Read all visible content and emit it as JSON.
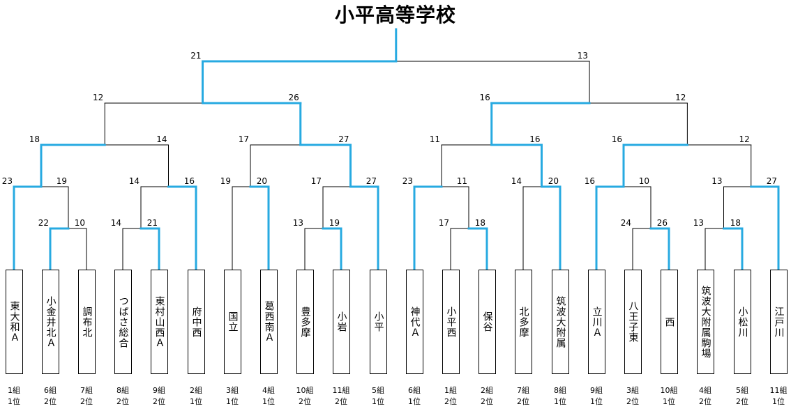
{
  "title": "小平高等学校",
  "colors": {
    "win": "#27AAE1",
    "lose": "#000000"
  },
  "teams": [
    {
      "name": "東大和Ａ",
      "group": "1組",
      "place": "1位"
    },
    {
      "name": "小金井北Ａ",
      "group": "6組",
      "place": "2位"
    },
    {
      "name": "調布北",
      "group": "7組",
      "place": "2位"
    },
    {
      "name": "つばさ総合",
      "group": "8組",
      "place": "2位"
    },
    {
      "name": "東村山西Ａ",
      "group": "9組",
      "place": "2位"
    },
    {
      "name": "府中西",
      "group": "2組",
      "place": "1位"
    },
    {
      "name": "国立",
      "group": "3組",
      "place": "1位"
    },
    {
      "name": "葛西南Ａ",
      "group": "4組",
      "place": "1位"
    },
    {
      "name": "豊多摩",
      "group": "10組",
      "place": "2位"
    },
    {
      "name": "小岩",
      "group": "11組",
      "place": "2位"
    },
    {
      "name": "小平",
      "group": "5組",
      "place": "1位"
    },
    {
      "name": "神代Ａ",
      "group": "6組",
      "place": "1位"
    },
    {
      "name": "小平西",
      "group": "1組",
      "place": "2位"
    },
    {
      "name": "保谷",
      "group": "2組",
      "place": "2位"
    },
    {
      "name": "北多摩",
      "group": "7組",
      "place": "2位"
    },
    {
      "name": "筑波大附属",
      "group": "8組",
      "place": "1位"
    },
    {
      "name": "立川Ａ",
      "group": "9組",
      "place": "1位"
    },
    {
      "name": "八王子東",
      "group": "3組",
      "place": "2位"
    },
    {
      "name": "西",
      "group": "10組",
      "place": "1位"
    },
    {
      "name": "筑波大附属駒場",
      "group": "4組",
      "place": "2位"
    },
    {
      "name": "小松川",
      "group": "5組",
      "place": "2位"
    },
    {
      "name": "江戸川",
      "group": "11組",
      "place": "1位"
    }
  ],
  "matches": [
    {
      "id": "m1",
      "left": "t2",
      "right": "t3",
      "scores": [
        "22",
        "10"
      ],
      "winner": "left"
    },
    {
      "id": "m2",
      "left": "t4",
      "right": "t5",
      "scores": [
        "14",
        "21"
      ],
      "winner": "right"
    },
    {
      "id": "m3",
      "left": "t9",
      "right": "t10",
      "scores": [
        "13",
        "19"
      ],
      "winner": "right"
    },
    {
      "id": "m4",
      "left": "t13",
      "right": "t14",
      "scores": [
        "17",
        "18"
      ],
      "winner": "right"
    },
    {
      "id": "m5",
      "left": "t18",
      "right": "t19",
      "scores": [
        "24",
        "26"
      ],
      "winner": "right"
    },
    {
      "id": "m6",
      "left": "t20",
      "right": "t21",
      "scores": [
        "13",
        "18"
      ],
      "winner": "right"
    },
    {
      "id": "q1",
      "left": "t1",
      "right": "m1",
      "scores": [
        "23",
        "19"
      ],
      "winner": "left"
    },
    {
      "id": "q2",
      "left": "m2",
      "right": "t6",
      "scores": [
        "14",
        "16"
      ],
      "winner": "right"
    },
    {
      "id": "q3",
      "left": "t7",
      "right": "t8",
      "scores": [
        "19",
        "20"
      ],
      "winner": "right"
    },
    {
      "id": "q4",
      "left": "m3",
      "right": "t11",
      "scores": [
        "17",
        "27"
      ],
      "winner": "right"
    },
    {
      "id": "q5",
      "left": "t12",
      "right": "m4",
      "scores": [
        "23",
        "11"
      ],
      "winner": "left"
    },
    {
      "id": "q6",
      "left": "t15",
      "right": "t16",
      "scores": [
        "14",
        "20"
      ],
      "winner": "right"
    },
    {
      "id": "q7",
      "left": "t17",
      "right": "m5",
      "scores": [
        "16",
        "10"
      ],
      "winner": "left"
    },
    {
      "id": "q8",
      "left": "m6",
      "right": "t22",
      "scores": [
        "13",
        "27"
      ],
      "winner": "right"
    },
    {
      "id": "s1",
      "left": "q1",
      "right": "q2",
      "scores": [
        "18",
        "14"
      ],
      "winner": "left"
    },
    {
      "id": "s2",
      "left": "q3",
      "right": "q4",
      "scores": [
        "17",
        "27"
      ],
      "winner": "right"
    },
    {
      "id": "s3",
      "left": "q5",
      "right": "q6",
      "scores": [
        "11",
        "16"
      ],
      "winner": "right"
    },
    {
      "id": "s4",
      "left": "q7",
      "right": "q8",
      "scores": [
        "16",
        "12"
      ],
      "winner": "left"
    },
    {
      "id": "h1",
      "left": "s1",
      "right": "s2",
      "scores": [
        "12",
        "26"
      ],
      "winner": "right"
    },
    {
      "id": "h2",
      "left": "s3",
      "right": "s4",
      "scores": [
        "16",
        "12"
      ],
      "winner": "left"
    },
    {
      "id": "f",
      "left": "h1",
      "right": "h2",
      "scores": [
        "21",
        "13"
      ],
      "winner": "left",
      "champion": true
    }
  ]
}
